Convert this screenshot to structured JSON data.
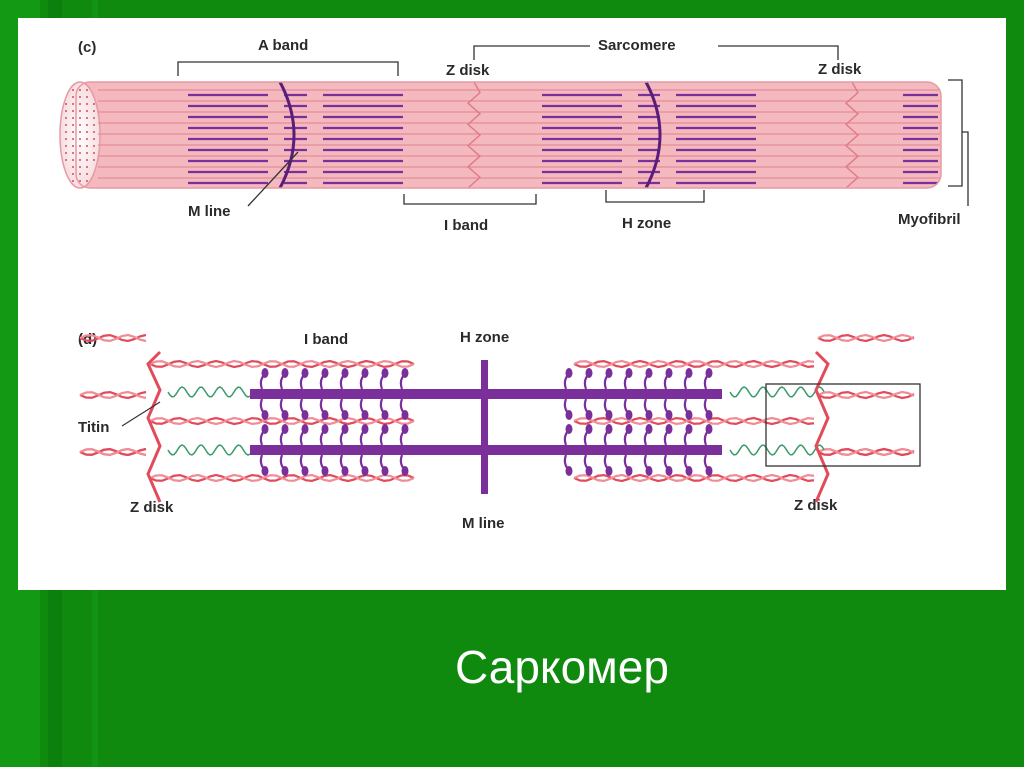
{
  "colors": {
    "background": "#0f8a0f",
    "panel": "#ffffff",
    "myofibril": "#f3b9bf",
    "thick_filament": "#7a2f9a",
    "thin_filament": "#e24b5a",
    "titin": "#3a9a6a",
    "caption": "#ffffff"
  },
  "diagram": {
    "panel_c": {
      "tag": "(c)",
      "labels": {
        "a_band": "A band",
        "sarcomere": "Sarcomere",
        "z_disk_left": "Z disk",
        "z_disk_right": "Z disk",
        "m_line": "M line",
        "i_band": "I band",
        "h_zone": "H zone",
        "myofibril": "Myofibril"
      }
    },
    "panel_d": {
      "tag": "(d)",
      "labels": {
        "i_band": "I band",
        "h_zone": "H zone",
        "titin": "Titin",
        "z_disk_left": "Z disk",
        "z_disk_right": "Z disk",
        "m_line": "M line"
      }
    }
  },
  "caption": "Саркомер"
}
